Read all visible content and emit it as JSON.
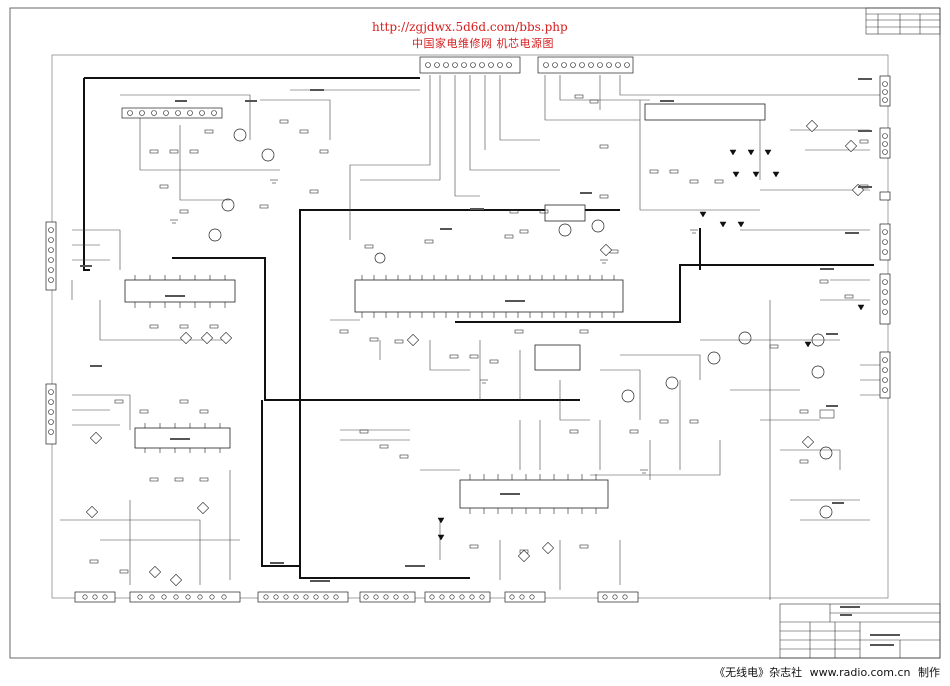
{
  "header": {
    "url": "http://zgjdwx.5d6d.com/bbs.php",
    "title": "中国家电维修网 机芯电源图"
  },
  "footer": {
    "magazine": "《无线电》杂志社",
    "website": "www.radio.com.cn",
    "made_by": "制作"
  },
  "colors": {
    "background": "#ffffff",
    "ink": "#222222",
    "watermark": "#d42020"
  }
}
